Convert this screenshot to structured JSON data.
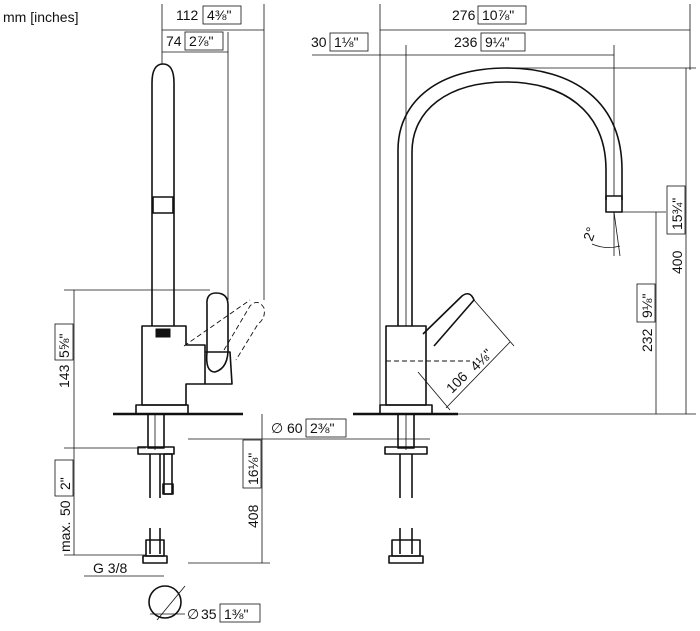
{
  "units_label": "mm [inches]",
  "dimensions": {
    "overall_depth_side": {
      "mm": "112",
      "inch": "4⅜\""
    },
    "spout_offset_side": {
      "mm": "74",
      "inch": "2⅞\""
    },
    "handle_height": {
      "mm": "143",
      "inch": "5⅝\""
    },
    "shank_max": {
      "prefix": "max.",
      "mm": "50",
      "inch": "2\""
    },
    "below_deck": {
      "mm": "408",
      "inch": "16⅛\""
    },
    "thread": "G 3/8",
    "hole_diameter": {
      "prefix": "∅",
      "mm": "35",
      "inch": "1⅜\""
    },
    "base_diameter": {
      "prefix": "∅",
      "mm": "60",
      "inch": "2⅜\""
    },
    "overall_width": {
      "mm": "276",
      "inch": "10⅞\""
    },
    "base_offset": {
      "mm": "30",
      "inch": "1⅛\""
    },
    "spout_reach": {
      "mm": "236",
      "inch": "9¼\""
    },
    "overall_height": {
      "mm": "400",
      "inch": "15¾\""
    },
    "spout_height": {
      "mm": "232",
      "inch": "9⅛\""
    },
    "lever_length": {
      "mm": "106",
      "inch": "4⅛\""
    },
    "spout_angle": "2°"
  }
}
